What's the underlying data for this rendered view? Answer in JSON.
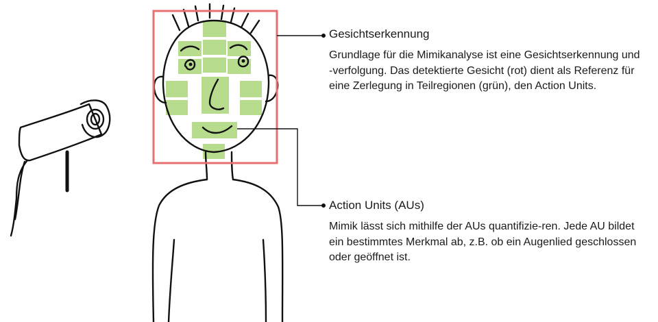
{
  "callouts": {
    "face_detection": {
      "title": "Gesichtserkennung",
      "body": "Grundlage für die Mimikanalyse ist eine Gesichtserkennung und -verfolgung. Das detektierte Gesicht (rot) dient als Referenz für eine Zerlegung in Teilregionen (grün), den Action Units."
    },
    "action_units": {
      "title": "Action Units (AUs)",
      "body": "Mimik lässt sich mithilfe der AUs quantifizie-ren. Jede AU bildet ein bestimmtes Merkmal ab, z.B. ob ein Augenlied geschlossen oder geöffnet ist."
    }
  },
  "colors": {
    "face_box": "#e86f6f",
    "action_unit_fill": "#b7dc8e",
    "line": "#111111"
  },
  "icons": [
    "camera-icon",
    "face-sketch",
    "hair-strokes"
  ]
}
